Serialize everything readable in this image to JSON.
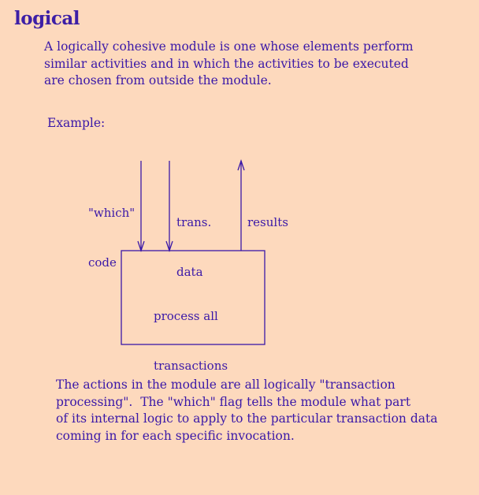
{
  "title": "logical",
  "intro": [
    "A logically cohesive module is one whose elements perform",
    "similar activities and in which the activities to be executed",
    "are chosen from outside the module."
  ],
  "example_label": "Example:",
  "diagram": {
    "which_label": [
      "\"which\"",
      "code"
    ],
    "trans_label": [
      "trans.",
      "data"
    ],
    "results_label": [
      "results"
    ],
    "box_label": [
      "process all",
      "transactions"
    ]
  },
  "conclusion": [
    "The actions in the module are all logically \"transaction",
    "processing\".  The \"which\" flag tells the module what part",
    "of its internal logic to apply to the particular transaction data",
    "coming in for each specific invocation."
  ],
  "colors": {
    "background": "#fdd9bd",
    "text": "#3a18a8"
  }
}
